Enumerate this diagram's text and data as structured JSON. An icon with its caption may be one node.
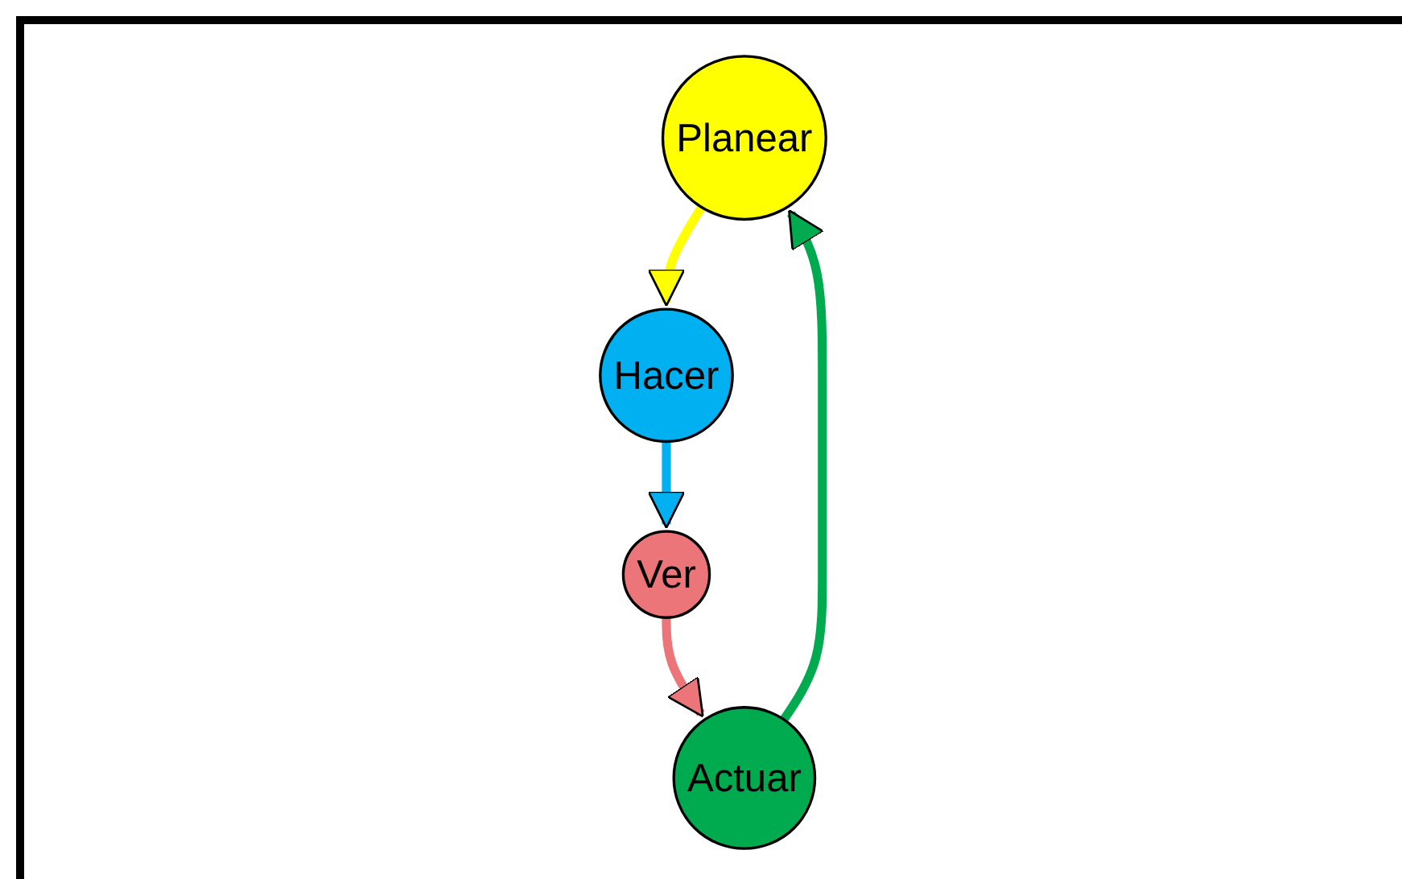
{
  "diagram": {
    "nodes": [
      {
        "text": [
          "Planear"
        ]
      },
      {
        "text": [
          "Hacer"
        ]
      },
      {
        "text": [
          "Ver"
        ]
      },
      {
        "text": [
          "Actuar"
        ]
      }
    ],
    "edges": [
      {
        "from": 0,
        "to": 1,
        "arrow": "to",
        "color": "#ffff00"
      },
      {
        "from": 1,
        "to": 2,
        "arrow": "to",
        "color": "#00b0f0"
      },
      {
        "from": 2,
        "to": 3,
        "arrow": "to",
        "color": "#ec7579"
      },
      {
        "from": 3,
        "to": 0,
        "arrow": "to",
        "color": "#00aa4f"
      }
    ]
  }
}
